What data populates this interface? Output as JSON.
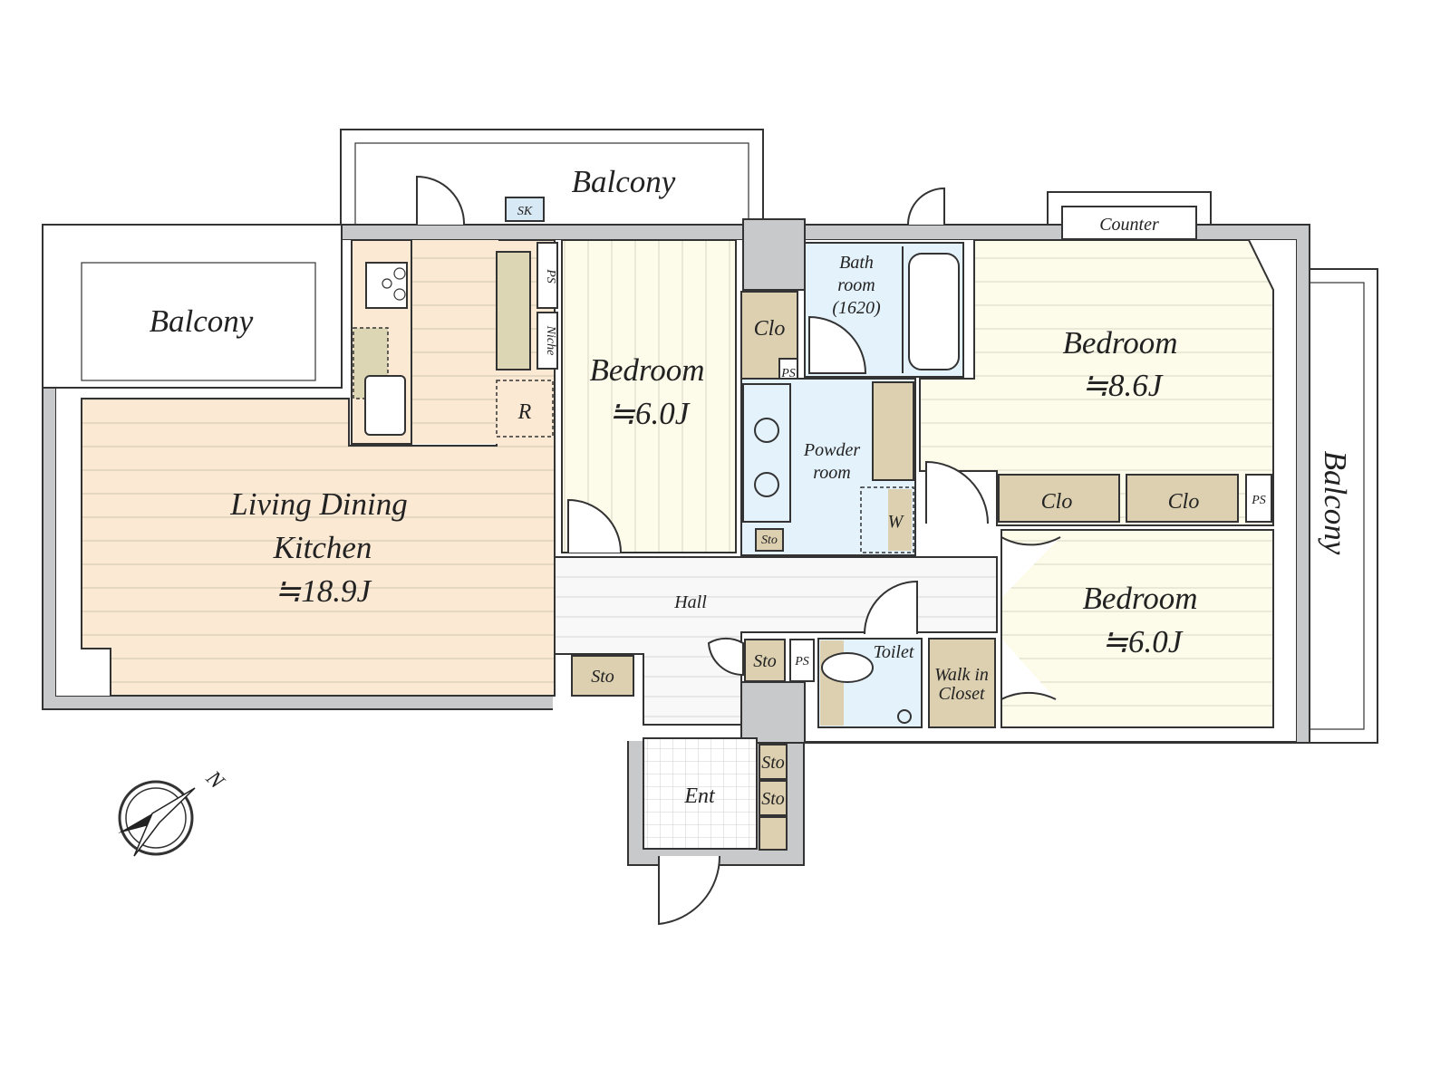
{
  "plan": {
    "rooms": {
      "balcony_top": "Balcony",
      "balcony_left": "Balcony",
      "balcony_right": "Balcony",
      "counter": "Counter",
      "sk": "SK",
      "ldk_line1": "Living Dining",
      "ldk_line2": "Kitchen",
      "ldk_size": "≒18.9J",
      "refrigerator": "R",
      "ps_kitchen": "PS",
      "niche": "Niche",
      "bedroom_center": "Bedroom",
      "bedroom_center_size": "≒6.0J",
      "clo_center": "Clo",
      "ps_clo": "PS",
      "bath_line1": "Bath",
      "bath_line2": "room",
      "bath_line3": "(1620)",
      "powder_line1": "Powder",
      "powder_line2": "room",
      "washer": "W",
      "sto_powder": "Sto",
      "bedroom_ne": "Bedroom",
      "bedroom_ne_size": "≒8.6J",
      "clo_1": "Clo",
      "clo_2": "Clo",
      "ps_right": "PS",
      "bedroom_se": "Bedroom",
      "bedroom_se_size": "≒6.0J",
      "hall": "Hall",
      "sto_hall": "Sto",
      "sto_toilet": "Sto",
      "ps_toilet": "PS",
      "toilet": "Toilet",
      "wic_line1": "Walk in",
      "wic_line2": "Closet",
      "entrance": "Ent",
      "sto_ent_1": "Sto",
      "sto_ent_2": "Sto"
    },
    "compass": {
      "north_label": "N"
    },
    "colors": {
      "wall": "#c8c9ca",
      "ldk_floor": "#fbe9d4",
      "bedroom_floor": "#fdfbe9",
      "wet_area": "#e4f2fb",
      "storage": "#dcd0b0",
      "hall_floor": "#f7f7f7"
    }
  }
}
